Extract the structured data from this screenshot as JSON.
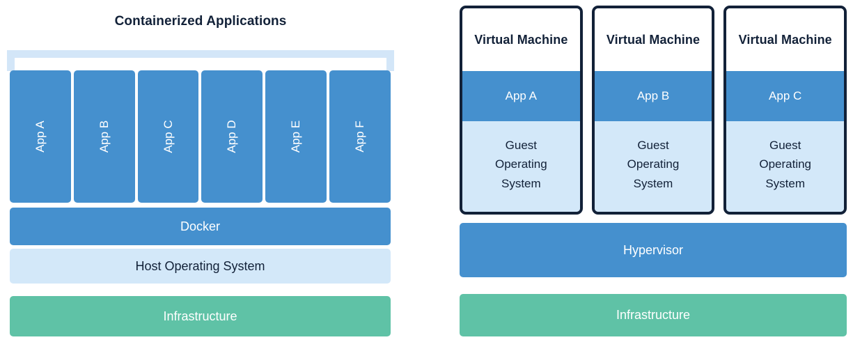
{
  "colors": {
    "blue": "#4590ce",
    "light_blue": "#d3e8f9",
    "green": "#5fc2a6",
    "navy": "#122138",
    "white": "#ffffff"
  },
  "left_panel": {
    "title": "Containerized Applications",
    "apps": [
      {
        "label": "App A"
      },
      {
        "label": "App B"
      },
      {
        "label": "App C"
      },
      {
        "label": "App D"
      },
      {
        "label": "App E"
      },
      {
        "label": "App F"
      }
    ],
    "layers": [
      {
        "label": "Docker",
        "color": "#4590ce"
      },
      {
        "label": "Host Operating System",
        "color": "#d3e8f9"
      },
      {
        "label": "Infrastructure",
        "color": "#5fc2a6"
      }
    ]
  },
  "right_panel": {
    "vms": [
      {
        "title": "Virtual Machine",
        "app": "App A",
        "guest_os": "Guest\nOperating\nSystem"
      },
      {
        "title": "Virtual Machine",
        "app": "App B",
        "guest_os": "Guest\nOperating\nSystem"
      },
      {
        "title": "Virtual Machine",
        "app": "App C",
        "guest_os": "Guest\nOperating\nSystem"
      }
    ],
    "layers": [
      {
        "label": "Hypervisor",
        "color": "#4590ce"
      },
      {
        "label": "Infrastructure",
        "color": "#5fc2a6"
      }
    ]
  }
}
